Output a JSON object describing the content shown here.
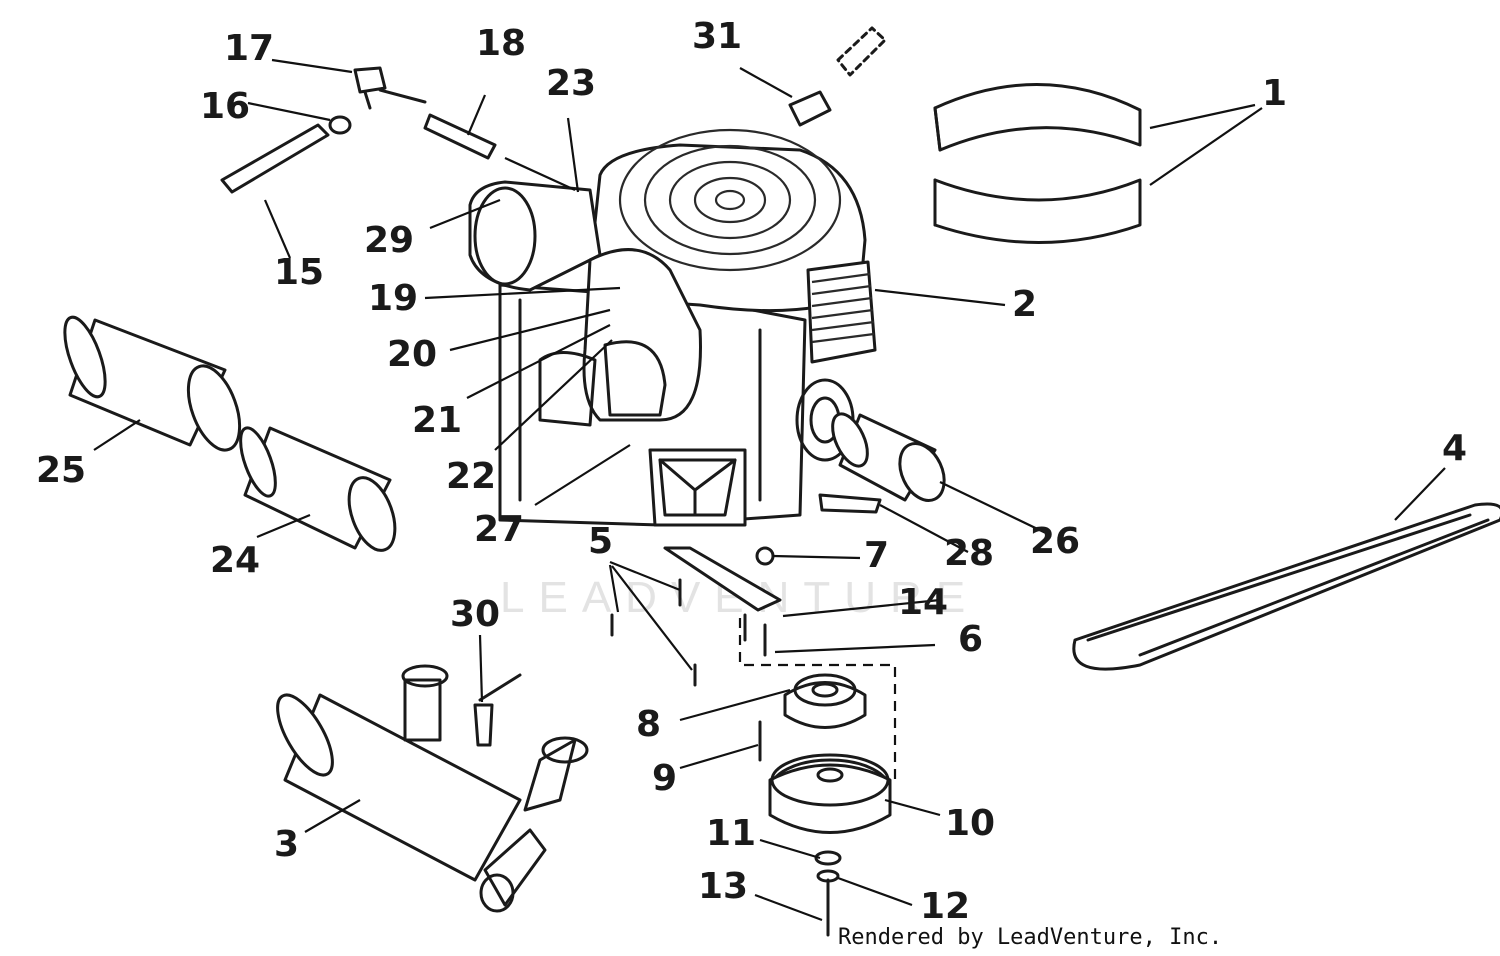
{
  "watermark": "LEADVENTURE",
  "credit": "Rendered by LeadVenture, Inc.",
  "callouts": [
    "1",
    "2",
    "3",
    "4",
    "5",
    "6",
    "7",
    "8",
    "9",
    "10",
    "11",
    "12",
    "13",
    "14",
    "15",
    "16",
    "17",
    "18",
    "19",
    "20",
    "21",
    "22",
    "23",
    "24",
    "25",
    "26",
    "27",
    "28",
    "29",
    "30",
    "31"
  ],
  "colors": {
    "ink": "#1a1a1a",
    "background": "#ffffff",
    "watermark": "#e3e3e3"
  }
}
